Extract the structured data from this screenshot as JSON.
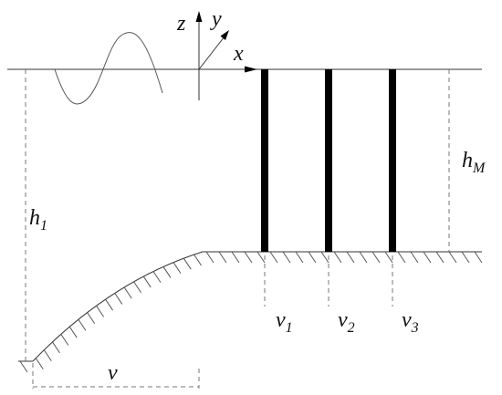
{
  "labels": {
    "axis_z": "z",
    "axis_y": "y",
    "axis_x": "x",
    "h_M": {
      "base": "h",
      "sub": "M"
    },
    "h_1": {
      "base": "h",
      "sub": "1"
    },
    "v": "v",
    "v_1": {
      "base": "v",
      "sub": "1"
    },
    "v_2": {
      "base": "v",
      "sub": "2"
    },
    "v_3": {
      "base": "v",
      "sub": "3"
    }
  },
  "colors": {
    "line": "#333333",
    "dashed": "#777777",
    "bar": "#000000",
    "wave": "#555555"
  }
}
